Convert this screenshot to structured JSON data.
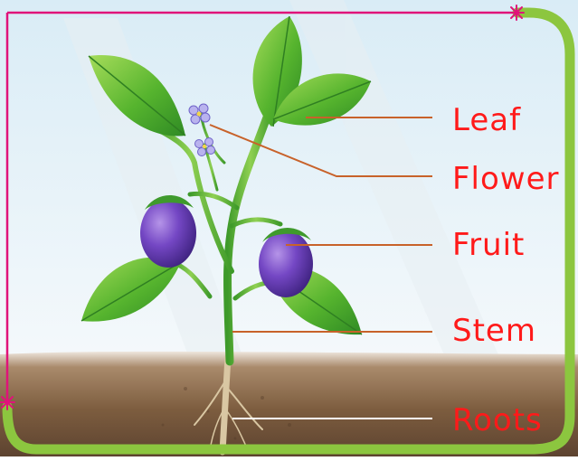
{
  "labels": {
    "leaf": "Leaf",
    "flower": "Flower",
    "fruit": "Fruit",
    "stem": "Stem",
    "roots": "Roots"
  },
  "colors": {
    "label_text": "#ff1a1a",
    "pointer_line": "#c8622a",
    "roots_pointer": "#ffffff",
    "frame_magenta": "#e0137a",
    "frame_green": "#8cc63f",
    "leaf_green": "#5cb82e",
    "fruit_purple": "#6a3bb5",
    "soil_brown": "#7a5a3a"
  }
}
